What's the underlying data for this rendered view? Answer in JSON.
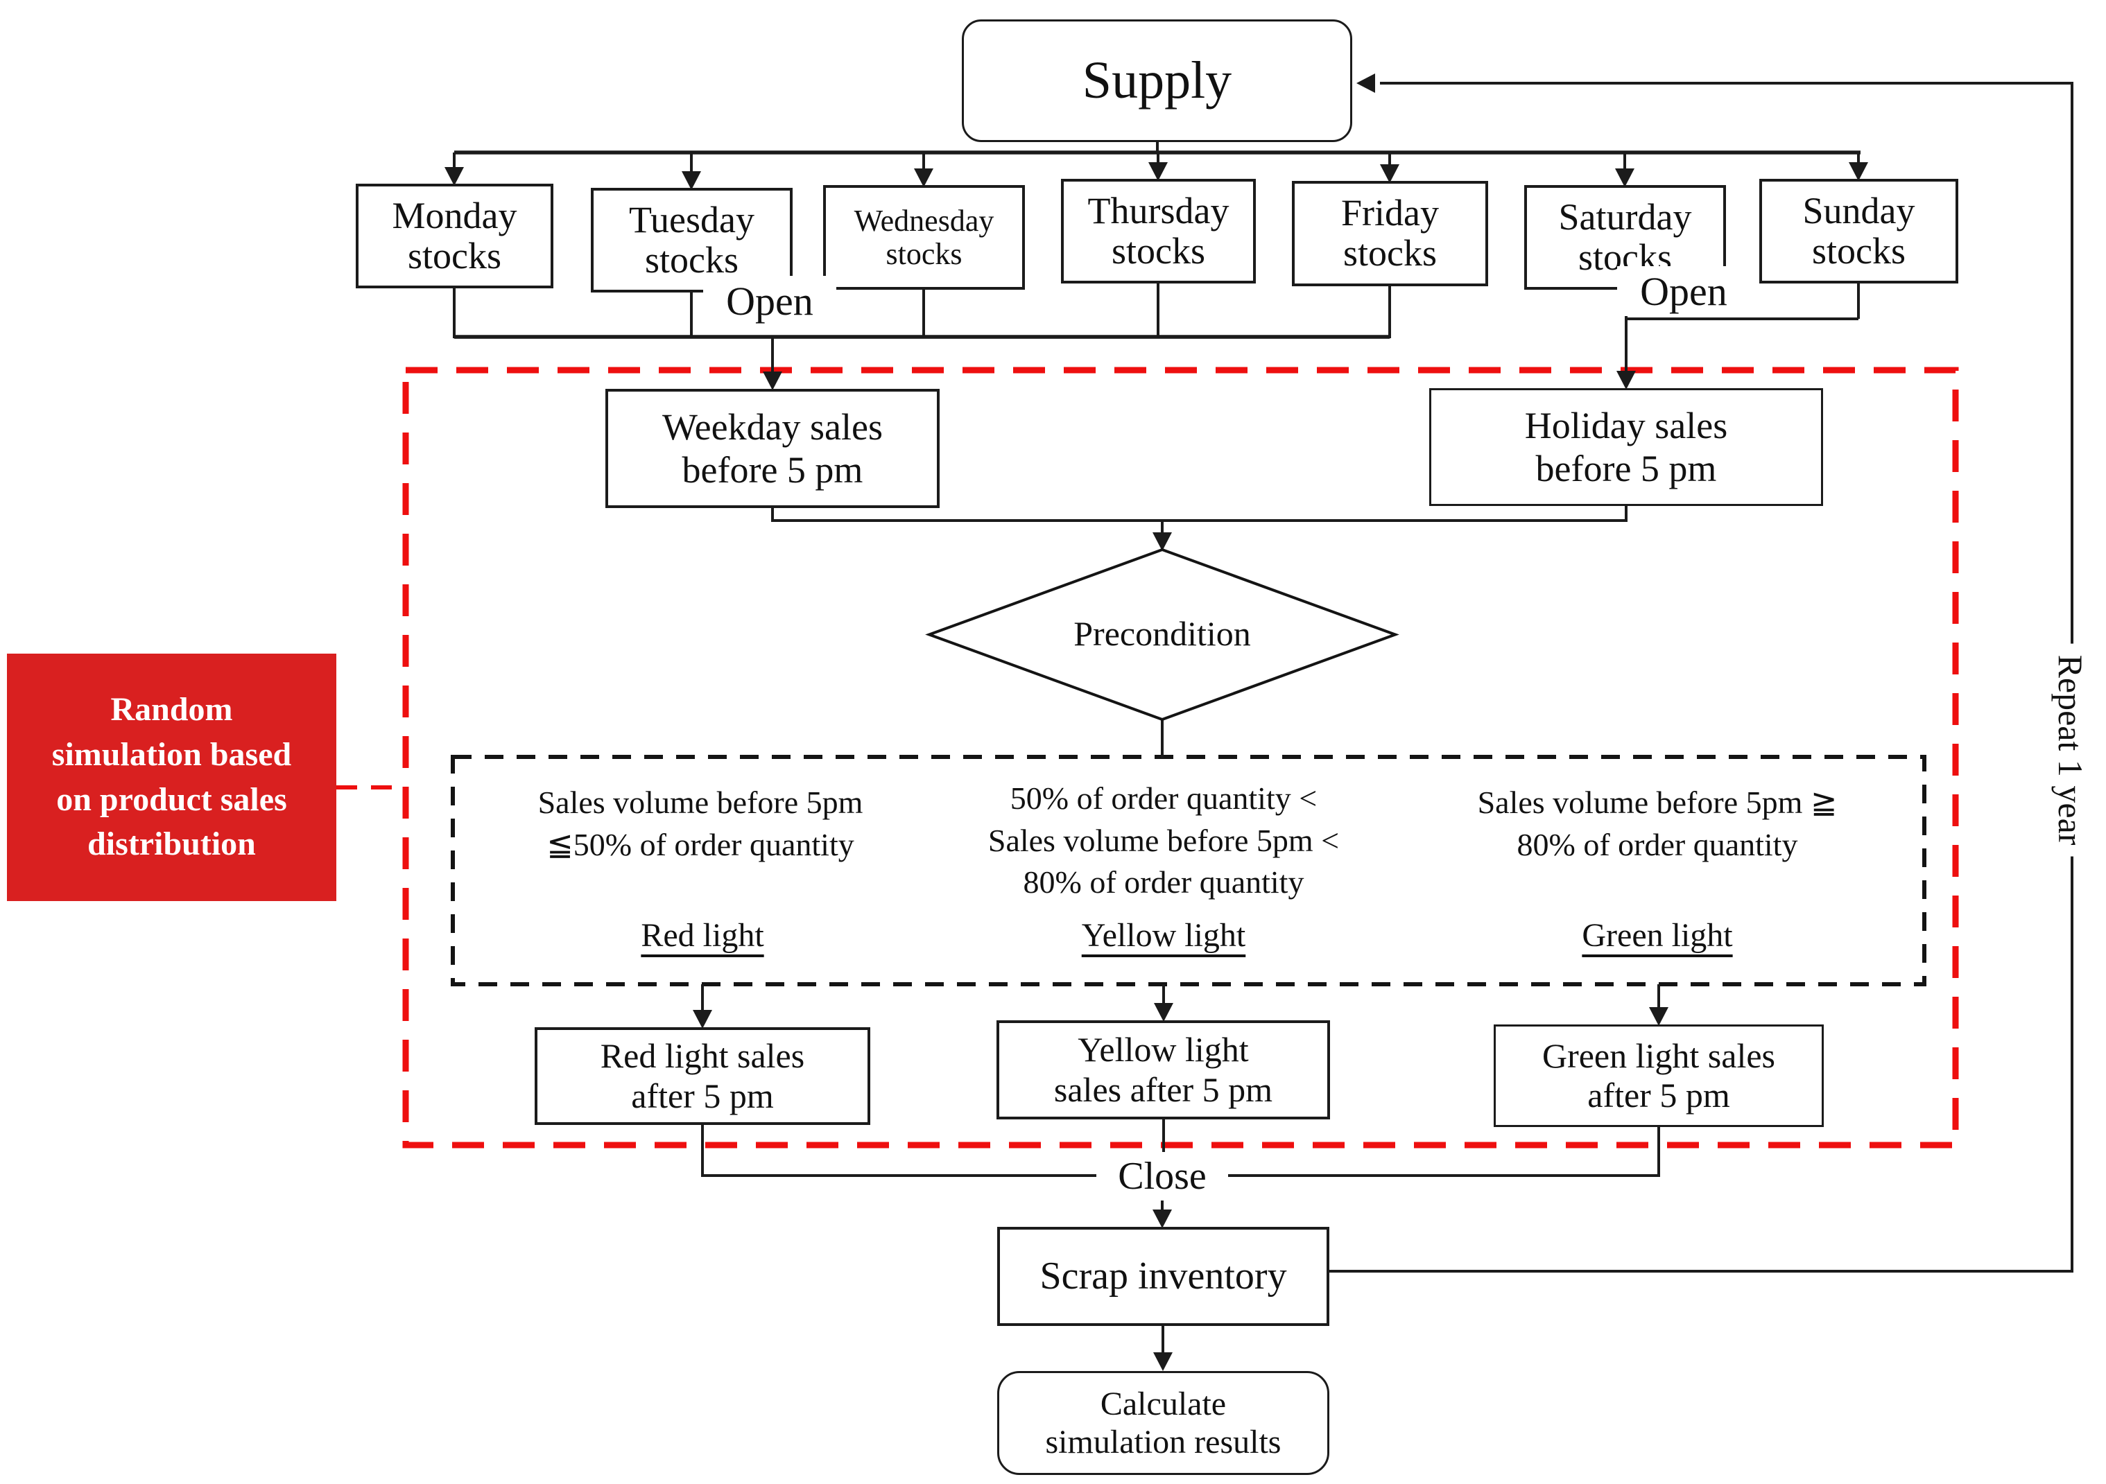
{
  "colors": {
    "red_fill": "#d92020",
    "red_dash": "#ee0f0f"
  },
  "flowchart": {
    "supply": "Supply",
    "days": [
      "Monday\nstocks",
      "Tuesday\nstocks",
      "Wednesday\nstocks",
      "Thursday\nstocks",
      "Friday\nstocks",
      "Saturday\nstocks",
      "Sunday\nstocks"
    ],
    "open_weekday": "Open",
    "open_holiday": "Open",
    "weekday_sales": "Weekday sales\nbefore 5 pm",
    "holiday_sales": "Holiday sales\nbefore 5 pm",
    "precondition": "Precondition",
    "conditions": [
      {
        "text": "Sales volume before 5pm\n≦50% of order quantity",
        "light": "Red light"
      },
      {
        "text": "50% of order quantity <\nSales volume before 5pm <\n80% of order quantity",
        "light": "Yellow light"
      },
      {
        "text": "Sales volume before 5pm ≧\n80% of order quantity",
        "light": "Green light"
      }
    ],
    "after_sales": [
      "Red light sales\nafter 5 pm",
      "Yellow light\nsales after 5 pm",
      "Green light sales\nafter 5 pm"
    ],
    "close": "Close",
    "scrap": "Scrap inventory",
    "calculate": "Calculate\nsimulation results",
    "annotation": "Random\nsimulation based\non product sales\ndistribution",
    "repeat": "Repeat 1 year"
  }
}
